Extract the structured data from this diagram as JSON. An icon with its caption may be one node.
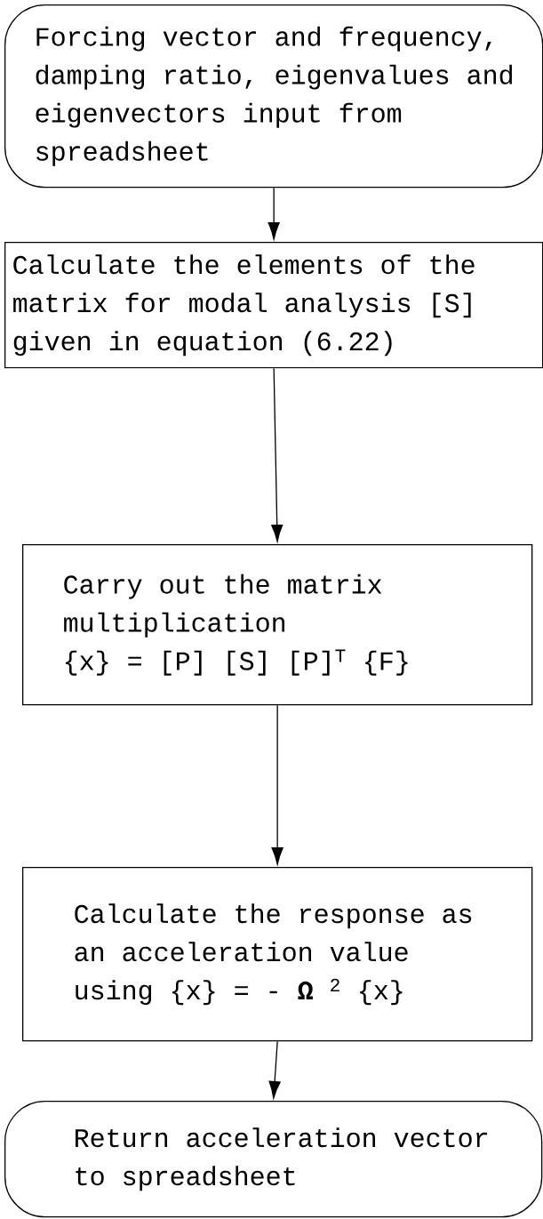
{
  "diagram": {
    "nodes": [
      {
        "text": [
          "Forcing vector and frequency, damping ratio, eigenvalues and eigenvectors input from spreadsheet"
        ]
      },
      {
        "text": [
          "Calculate the elements of the matrix for modal analysis [S] given in equation (6.22)"
        ]
      },
      {
        "text": [
          "Carry out the matrix multiplication",
          "{x} = [P] [S] [P]$^{T}$ {F}"
        ]
      },
      {
        "text": [
          "Calculate the response as an acceleration value using {x} = - **Ω** $^{2}$ {x}"
        ]
      },
      {
        "text": [
          "Return acceleration vector to spreadsheet"
        ]
      }
    ],
    "edges": [
      {
        "from": 0,
        "to": 1,
        "arrow": "to"
      },
      {
        "from": 1,
        "to": 2,
        "arrow": "to"
      },
      {
        "from": 2,
        "to": 3,
        "arrow": "to"
      },
      {
        "from": 3,
        "to": 4,
        "arrow": "to"
      }
    ]
  }
}
